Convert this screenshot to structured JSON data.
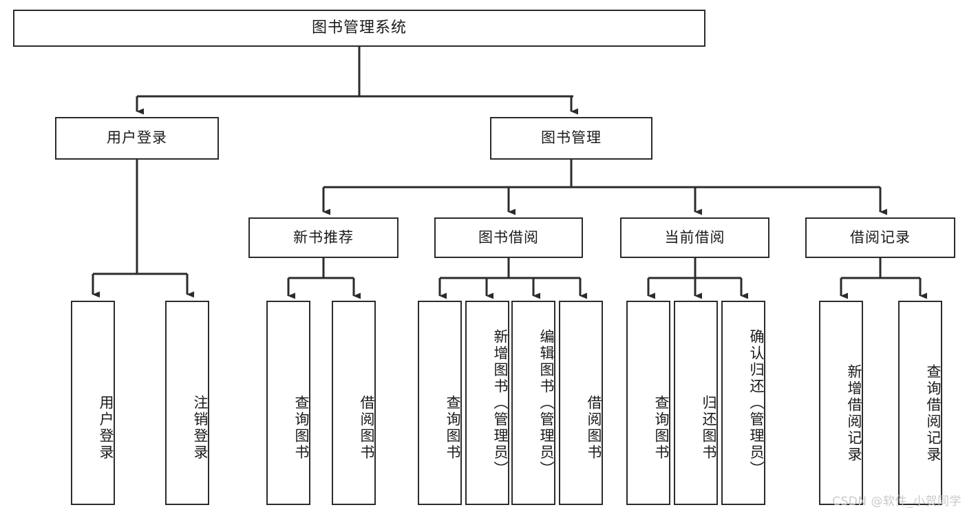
{
  "diagram": {
    "type": "tree-hierarchy",
    "title": "图书管理系统",
    "root": {
      "label": "图书管理系统"
    },
    "level2": [
      {
        "label": "用户登录"
      },
      {
        "label": "图书管理"
      }
    ],
    "level3": [
      {
        "label": "新书推荐"
      },
      {
        "label": "图书借阅"
      },
      {
        "label": "当前借阅"
      },
      {
        "label": "借阅记录"
      }
    ],
    "leaves": {
      "user_login": [
        {
          "label": "用户登录"
        },
        {
          "label": "注销登录"
        }
      ],
      "new_book_recommend": [
        {
          "label": "查询图书"
        },
        {
          "label": "借阅图书"
        }
      ],
      "book_borrow": [
        {
          "label": "查询图书"
        },
        {
          "label": "新增图书（管理员）"
        },
        {
          "label": "编辑图书（管理员）"
        },
        {
          "label": "借阅图书"
        }
      ],
      "current_borrow": [
        {
          "label": "查询图书"
        },
        {
          "label": "归还图书"
        },
        {
          "label": "确认归还（管理员）"
        }
      ],
      "borrow_record": [
        {
          "label": "新增借阅记录"
        },
        {
          "label": "查询借阅记录"
        }
      ]
    }
  },
  "watermark": {
    "text": "CSDN @软件_小贺同学"
  },
  "colors": {
    "box_border": "#2b2b2b",
    "box_fill": "#ffffff",
    "text": "#1a1a1a",
    "edge": "#2b2b2b",
    "watermark": "#c9c9c9",
    "background": "#ffffff"
  }
}
